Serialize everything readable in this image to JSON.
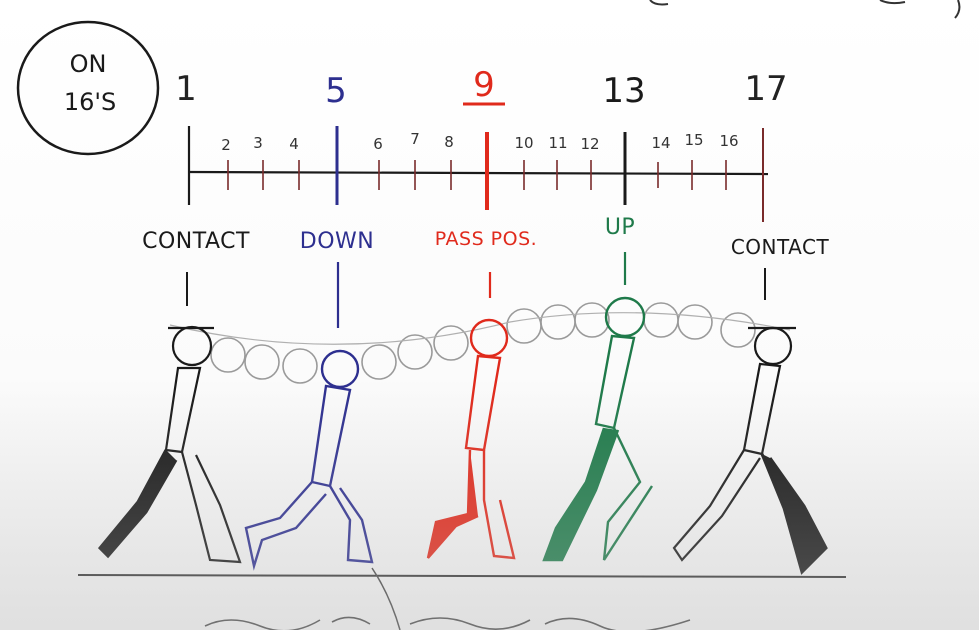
{
  "badge": {
    "line1": "ON",
    "line2": "16'S"
  },
  "timeline": {
    "keyframes": [
      {
        "number": "1",
        "label": "CONTACT",
        "color": "#222222"
      },
      {
        "number": "5",
        "label": "DOWN",
        "color": "#2d2f8f"
      },
      {
        "number": "9",
        "label": "PASS POS.",
        "color": "#e02a1c"
      },
      {
        "number": "13",
        "label": "UP",
        "color": "#1f7a4a"
      },
      {
        "number": "17",
        "label": "CONTACT",
        "color": "#222222"
      }
    ],
    "inbetweens": [
      "2",
      "3",
      "4",
      "6",
      "7",
      "8",
      "10",
      "11",
      "12",
      "14",
      "15",
      "16"
    ]
  },
  "colors": {
    "ink": "#1a1a1a",
    "down": "#2d2f8f",
    "pass": "#e02a1c",
    "up": "#1f7a4a",
    "arc": "#9a9a9a"
  }
}
